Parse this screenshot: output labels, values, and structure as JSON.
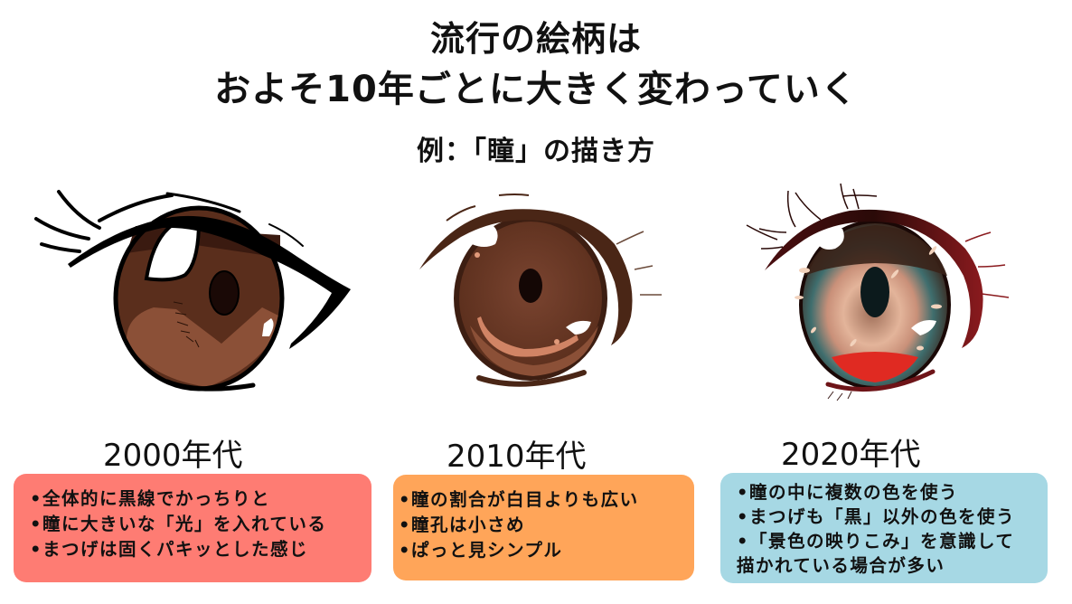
{
  "header": {
    "title_line1": "流行の絵柄は",
    "title_line2": "およそ10年ごとに大きく変わっていく",
    "subtitle": "例：「瞳」の描き方"
  },
  "colors": {
    "box_2000": "#fe7c73",
    "box_2010": "#ffa559",
    "box_2020": "#a6d8e4",
    "iris_2000": "#5a2e1c",
    "iris_2010": "#6b3a28",
    "lash_2020": "#6e1418"
  },
  "eras": [
    {
      "label": "2000年代",
      "illustration": "eye-illustration-2000s",
      "points": [
        "•全体的に黒線でかっちりと",
        "•瞳に大きいな「光」を入れている",
        "•まつげは固くパキッとした感じ"
      ]
    },
    {
      "label": "2010年代",
      "illustration": "eye-illustration-2010s",
      "points": [
        "•瞳の割合が白目よりも広い",
        "•瞳孔は小さめ",
        "•ぱっと見シンプル"
      ]
    },
    {
      "label": "2020年代",
      "illustration": "eye-illustration-2020s",
      "points": [
        "•瞳の中に複数の色を使う",
        "•まつげも「黒」以外の色を使う",
        "•「景色の映りこみ」を意識して",
        "描かれている場合が多い"
      ]
    }
  ]
}
